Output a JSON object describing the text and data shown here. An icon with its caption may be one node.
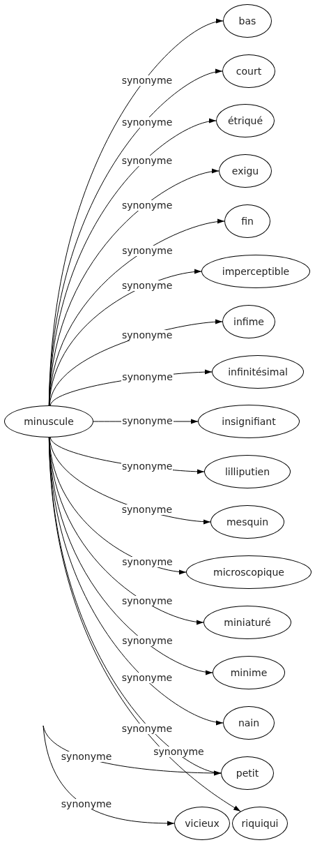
{
  "diagram": {
    "nodes": [
      {
        "text": [
          "minuscule"
        ]
      },
      {
        "text": [
          "bas"
        ]
      },
      {
        "text": [
          "court"
        ]
      },
      {
        "text": [
          "étriqué"
        ]
      },
      {
        "text": [
          "exigu"
        ]
      },
      {
        "text": [
          "fin"
        ]
      },
      {
        "text": [
          "imperceptible"
        ]
      },
      {
        "text": [
          "infime"
        ]
      },
      {
        "text": [
          "infinitésimal"
        ]
      },
      {
        "text": [
          "insignifiant"
        ]
      },
      {
        "text": [
          "lilliputien"
        ]
      },
      {
        "text": [
          "mesquin"
        ]
      },
      {
        "text": [
          "microscopique"
        ]
      },
      {
        "text": [
          "miniaturé"
        ]
      },
      {
        "text": [
          "minime"
        ]
      },
      {
        "text": [
          "nain"
        ]
      },
      {
        "text": [
          "petit"
        ]
      },
      {
        "text": [
          "vicieux"
        ]
      },
      {
        "text": [
          "riquiqui"
        ]
      }
    ],
    "edges": [
      {
        "from": 0,
        "to": 1,
        "arrow": "to",
        "label": "synonyme"
      },
      {
        "from": 0,
        "to": 2,
        "arrow": "to",
        "label": "synonyme"
      },
      {
        "from": 0,
        "to": 3,
        "arrow": "to",
        "label": "synonyme"
      },
      {
        "from": 0,
        "to": 4,
        "arrow": "to",
        "label": "synonyme"
      },
      {
        "from": 0,
        "to": 5,
        "arrow": "to",
        "label": "synonyme"
      },
      {
        "from": 0,
        "to": 6,
        "arrow": "to",
        "label": "synonyme"
      },
      {
        "from": 0,
        "to": 7,
        "arrow": "to",
        "label": "synonyme"
      },
      {
        "from": 0,
        "to": 8,
        "arrow": "to",
        "label": "synonyme"
      },
      {
        "from": 0,
        "to": 9,
        "arrow": "to",
        "label": "synonyme"
      },
      {
        "from": 0,
        "to": 10,
        "arrow": "to",
        "label": "synonyme"
      },
      {
        "from": 0,
        "to": 11,
        "arrow": "to",
        "label": "synonyme"
      },
      {
        "from": 0,
        "to": 12,
        "arrow": "to",
        "label": "synonyme"
      },
      {
        "from": 0,
        "to": 13,
        "arrow": "to",
        "label": "synonyme"
      },
      {
        "from": 0,
        "to": 14,
        "arrow": "to",
        "label": "synonyme"
      },
      {
        "from": 0,
        "to": 15,
        "arrow": "to",
        "label": "synonyme"
      },
      {
        "from": 0,
        "to": 16,
        "arrow": "to",
        "label": "synonyme"
      },
      {
        "from": null,
        "to": 16,
        "arrow": "to",
        "label": "synonyme"
      },
      {
        "from": 0,
        "to": 18,
        "arrow": "to",
        "label": "synonyme"
      },
      {
        "from": null,
        "to": 17,
        "arrow": "to",
        "label": "synonyme"
      }
    ]
  }
}
